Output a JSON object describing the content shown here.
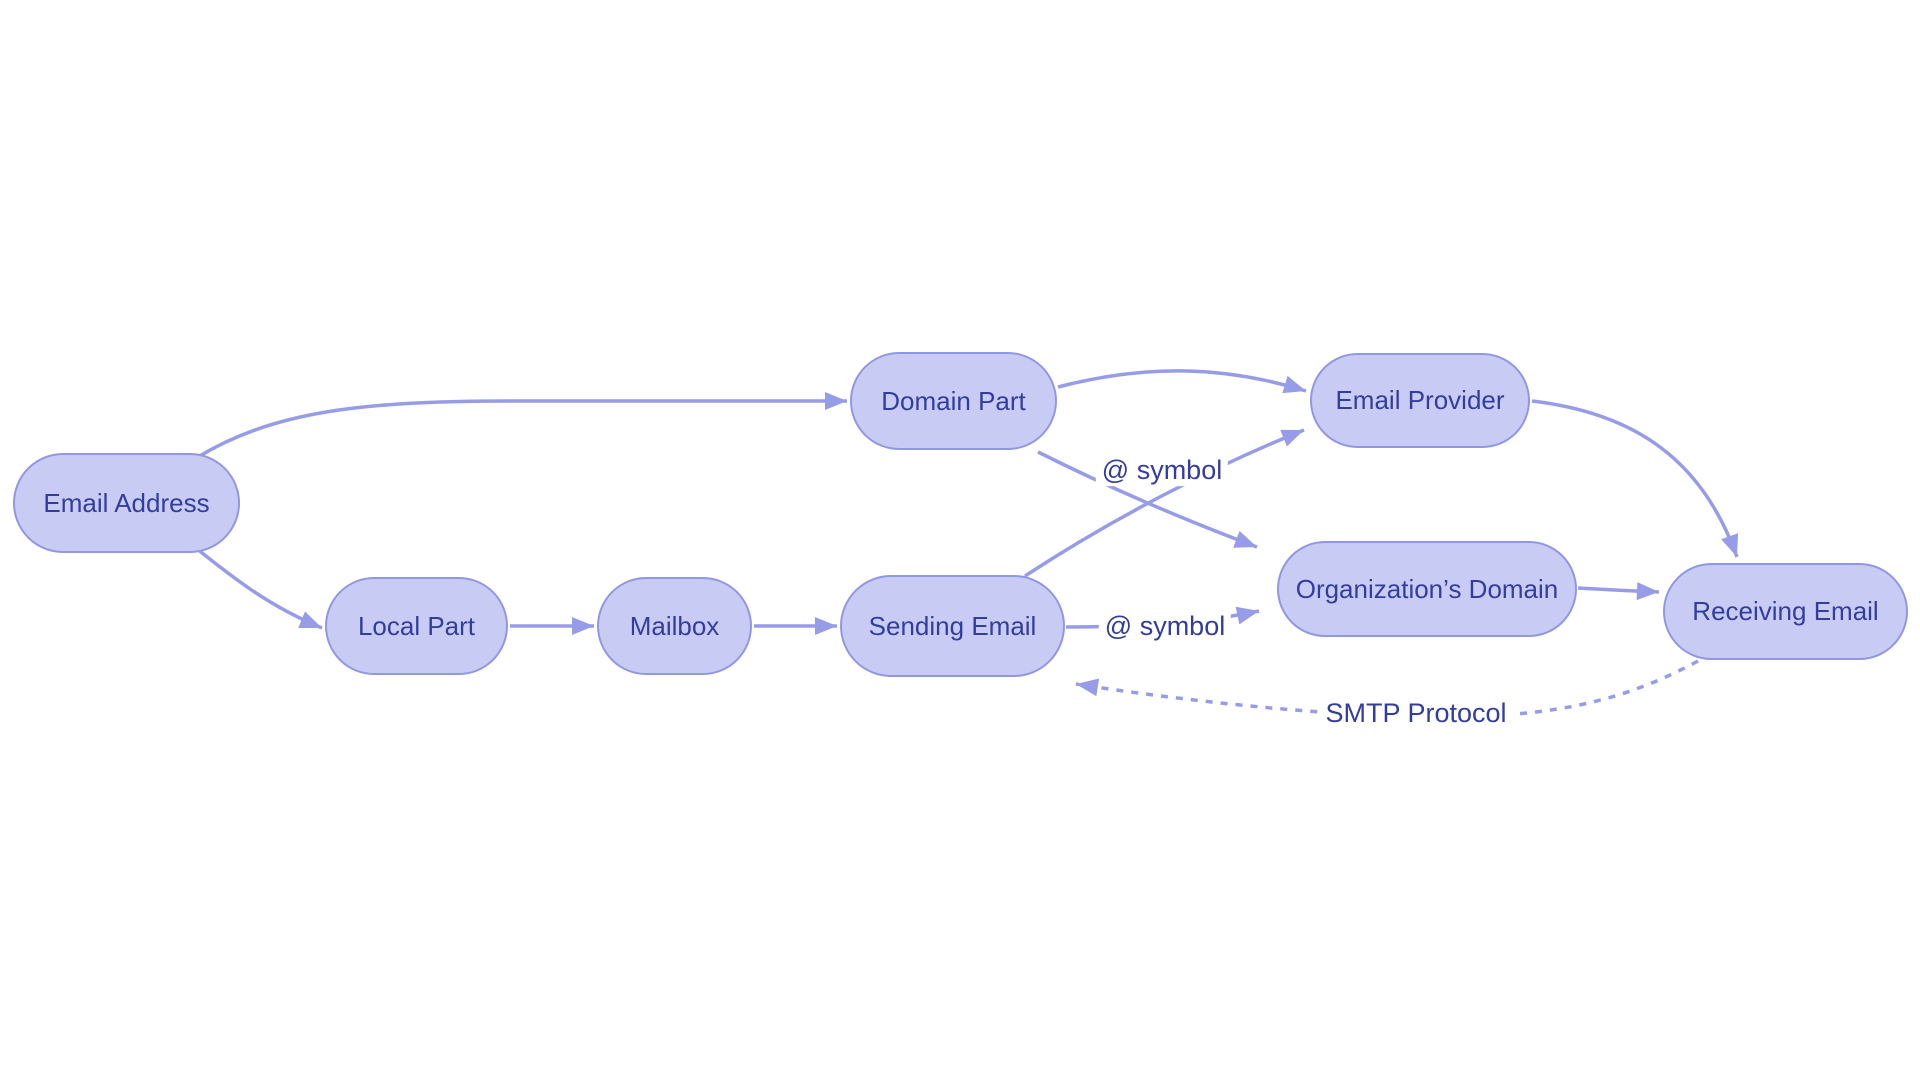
{
  "diagram": {
    "type": "flowchart",
    "description": "Email address flow diagram",
    "colors": {
      "node_fill": "#c8ccf4",
      "node_border": "#9197e3",
      "edge_color": "#979ce9",
      "text_color": "#333d9e",
      "background": "#ffffff"
    },
    "nodes": {
      "email_address": {
        "label": "Email Address"
      },
      "domain_part": {
        "label": "Domain Part"
      },
      "local_part": {
        "label": "Local Part"
      },
      "mailbox": {
        "label": "Mailbox"
      },
      "sending_email": {
        "label": "Sending Email"
      },
      "email_provider": {
        "label": "Email Provider"
      },
      "organizations_domain": {
        "label": "Organization’s Domain"
      },
      "receiving_email": {
        "label": "Receiving Email"
      }
    },
    "edge_labels": {
      "at_symbol_upper": "@ symbol",
      "at_symbol_lower": "@ symbol",
      "smtp_protocol": "SMTP Protocol"
    },
    "edges": [
      {
        "from": "Email Address",
        "to": "Domain Part",
        "label": "",
        "style": "solid"
      },
      {
        "from": "Email Address",
        "to": "Local Part",
        "label": "",
        "style": "solid"
      },
      {
        "from": "Local Part",
        "to": "Mailbox",
        "label": "",
        "style": "solid"
      },
      {
        "from": "Mailbox",
        "to": "Sending Email",
        "label": "",
        "style": "solid"
      },
      {
        "from": "Domain Part",
        "to": "Email Provider",
        "label": "",
        "style": "solid"
      },
      {
        "from": "Domain Part",
        "to": "Organization’s Domain",
        "label": "",
        "style": "solid"
      },
      {
        "from": "Sending Email",
        "to": "Email Provider",
        "label": "@ symbol",
        "style": "solid"
      },
      {
        "from": "Sending Email",
        "to": "Organization’s Domain",
        "label": "@ symbol",
        "style": "solid"
      },
      {
        "from": "Email Provider",
        "to": "Receiving Email",
        "label": "",
        "style": "solid"
      },
      {
        "from": "Organization’s Domain",
        "to": "Receiving Email",
        "label": "",
        "style": "solid"
      },
      {
        "from": "Receiving Email",
        "to": "Sending Email",
        "label": "SMTP Protocol",
        "style": "dashed"
      }
    ]
  }
}
